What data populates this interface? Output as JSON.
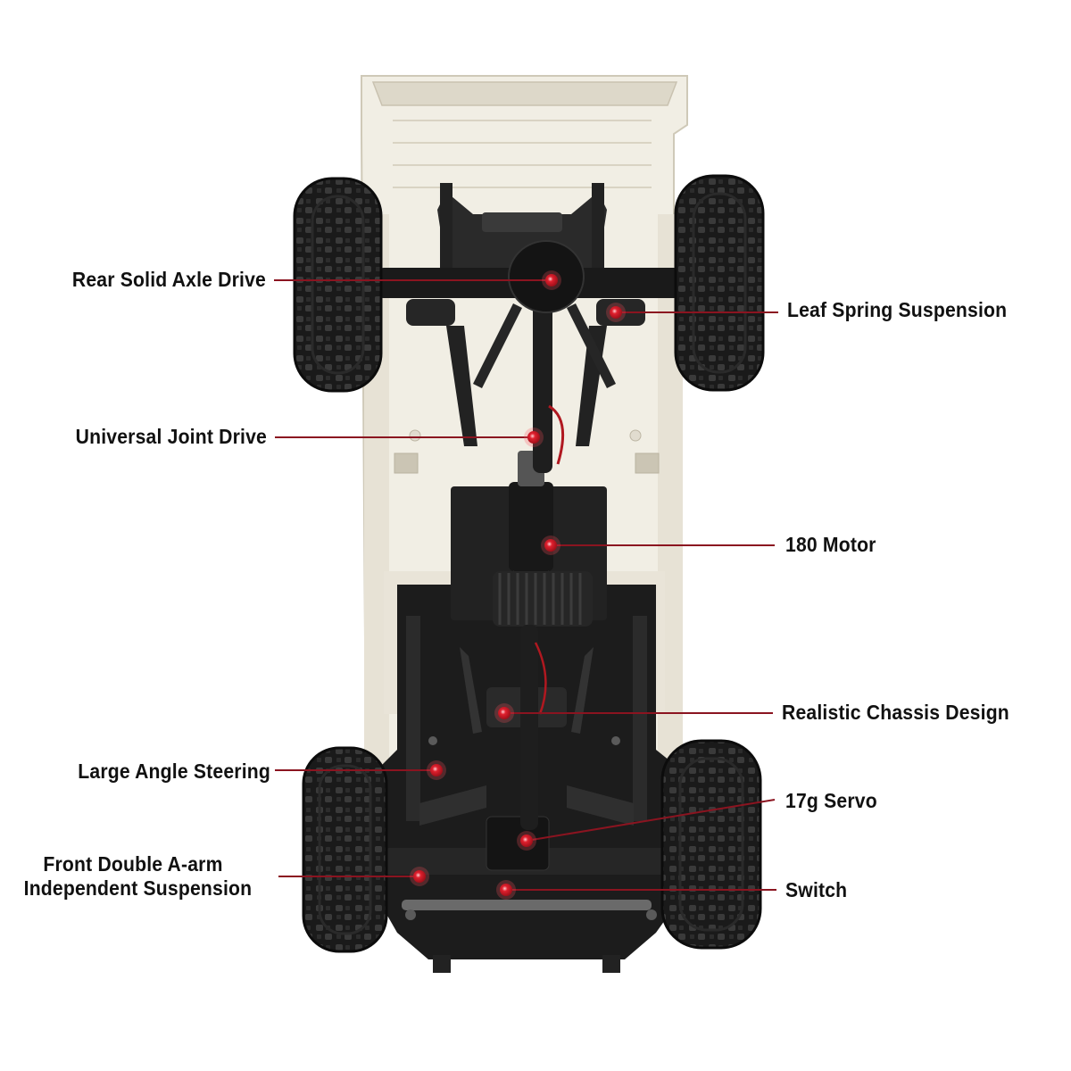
{
  "colors": {
    "background": "#ffffff",
    "body": "#f1eee4",
    "body_shade": "#ddd8c9",
    "chassis": "#1c1c1c",
    "tire": "#1a1a1a",
    "leader": "#8b1420",
    "dot": "#e0202e",
    "text": "#111111"
  },
  "callouts": [
    {
      "id": "rear-solid-axle-drive",
      "label": "Rear Solid Axle Drive",
      "side": "left"
    },
    {
      "id": "leaf-spring-suspension",
      "label": "Leaf Spring Suspension",
      "side": "right"
    },
    {
      "id": "universal-joint-drive",
      "label": "Universal Joint Drive",
      "side": "left"
    },
    {
      "id": "180-motor",
      "label": "180 Motor",
      "side": "right"
    },
    {
      "id": "realistic-chassis-design",
      "label": "Realistic Chassis Design",
      "side": "right"
    },
    {
      "id": "large-angle-steering",
      "label": "Large Angle Steering",
      "side": "left"
    },
    {
      "id": "17g-servo",
      "label": "17g Servo",
      "side": "right"
    },
    {
      "id": "front-double-a-arm",
      "label": "Front Double A-arm",
      "label_line2": "Independent Suspension",
      "side": "left"
    },
    {
      "id": "switch",
      "label": "Switch",
      "side": "right"
    }
  ]
}
